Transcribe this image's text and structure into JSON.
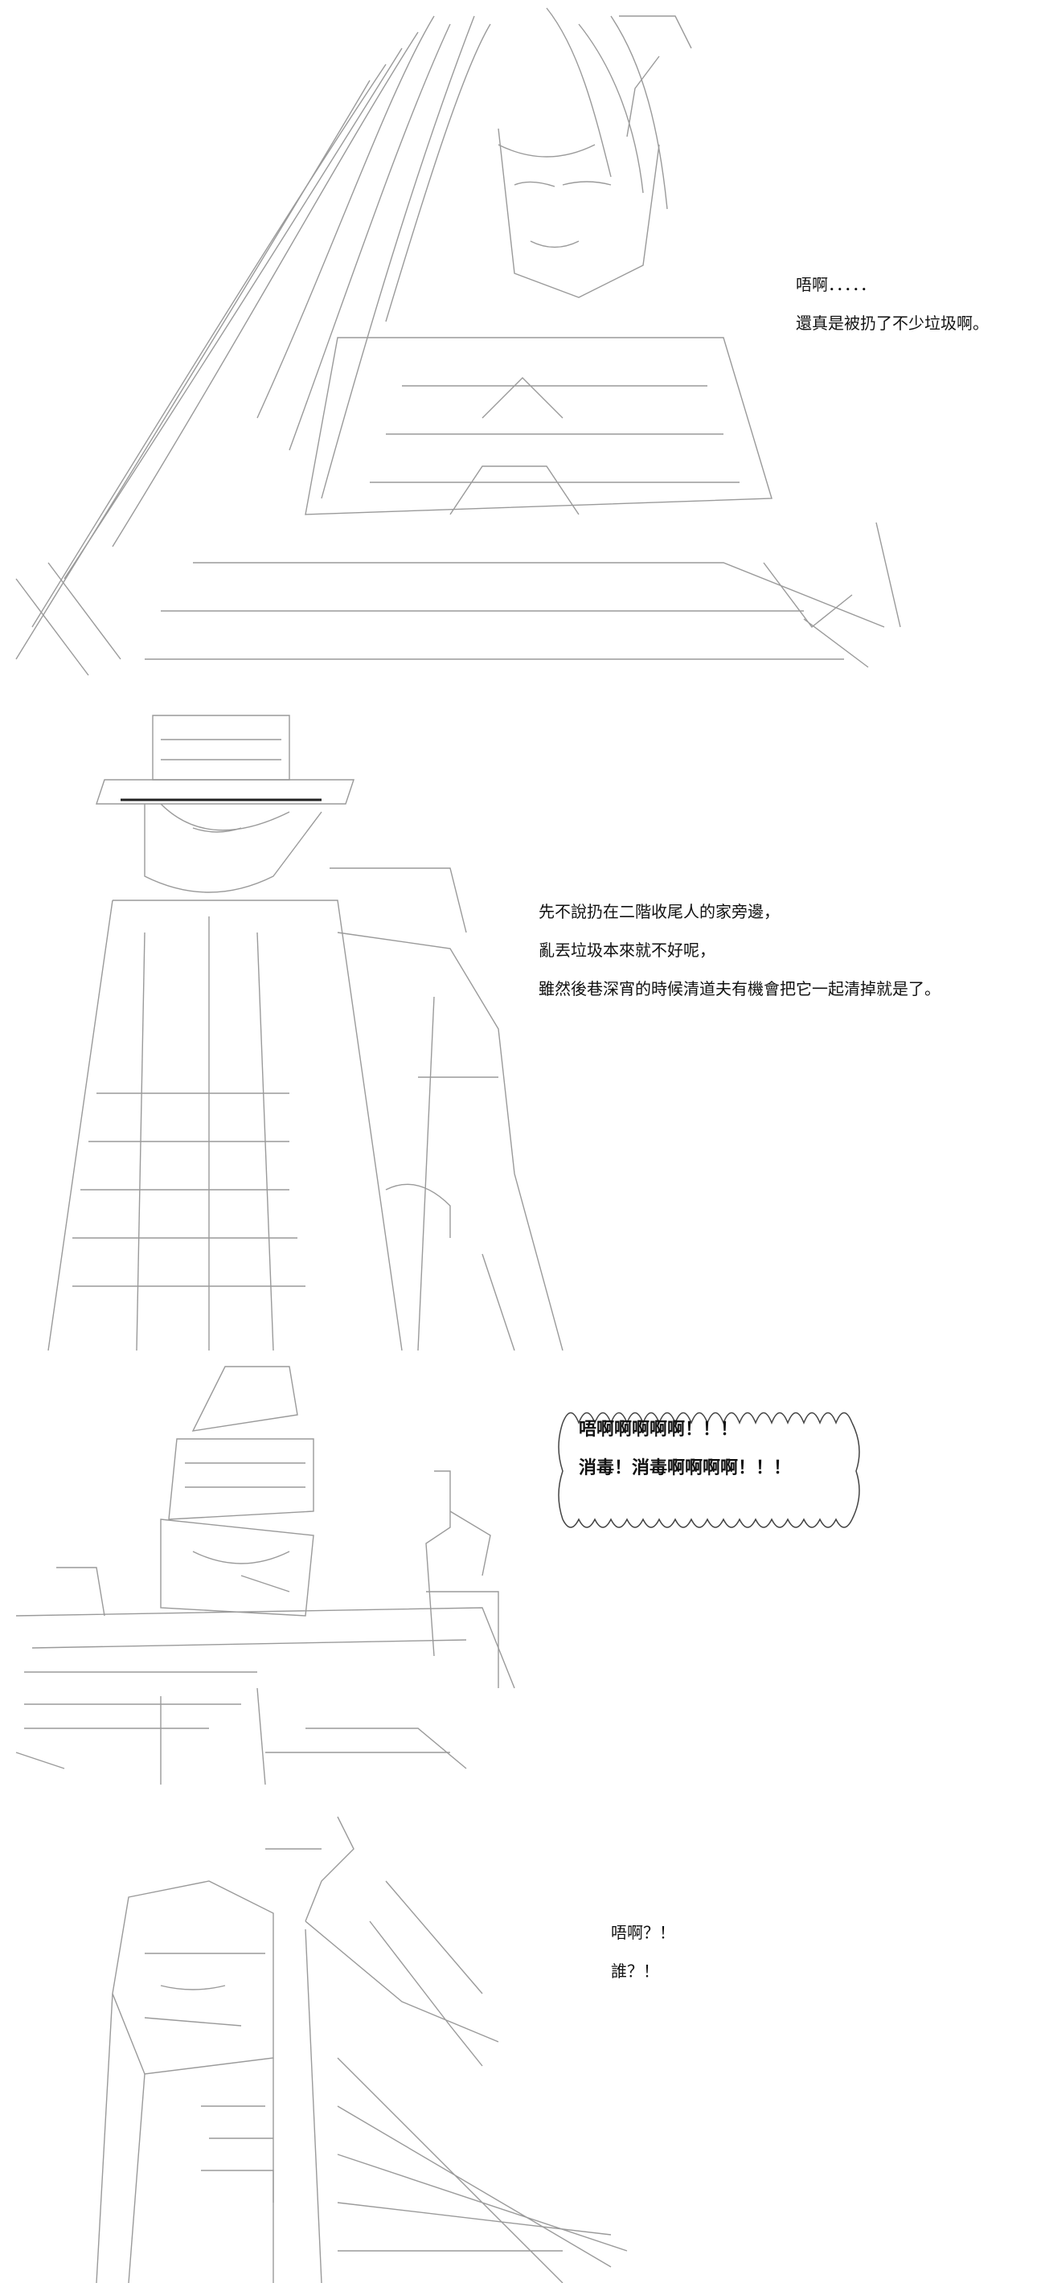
{
  "panels": [
    {
      "id": "panel-1",
      "lines": [
        "唔啊．．．．．",
        "還真是被扔了不少垃圾啊。"
      ]
    },
    {
      "id": "panel-2",
      "lines": [
        "先不說扔在二階收尾人的家旁邊，",
        "亂丟垃圾本來就不好呢，",
        "雖然後巷深宵的時候清道夫有機會把它一起清掉就是了。"
      ]
    },
    {
      "id": "panel-3",
      "lines": [
        "唔啊啊啊啊啊！！！",
        "消毒！消毒啊啊啊啊！！！"
      ]
    },
    {
      "id": "panel-4",
      "lines": [
        "唔啊？！",
        "誰？！"
      ]
    }
  ]
}
